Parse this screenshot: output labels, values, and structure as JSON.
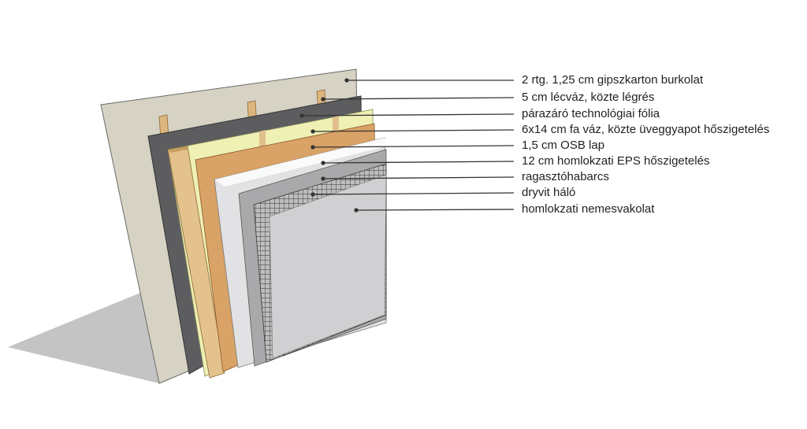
{
  "title": "Wall layer structure",
  "labels": [
    {
      "text": "2 rtg. 1,25 cm gipszkarton burkolat"
    },
    {
      "text": "5 cm lécváz, közte légrés"
    },
    {
      "text": "párazáró technológiai fólia"
    },
    {
      "text": "6x14 cm fa váz, közte üveggyapot hőszigetelés"
    },
    {
      "text": "1,5 cm OSB lap"
    },
    {
      "text": "12 cm homlokzati EPS hőszigetelés"
    },
    {
      "text": "ragasztóhabarcs"
    },
    {
      "text": "dryvit háló"
    },
    {
      "text": "homlokzati nemesvakolat"
    }
  ],
  "colors": {
    "gypsum": "#d6d3c5",
    "foil": "#5d5d60",
    "insulation": "#eef0b4",
    "wood": "#e4c28e",
    "osb": "#d9a266",
    "eps": "#dcdcde",
    "adhesive": "#a9a9ab",
    "render": "#d0d0d2"
  }
}
